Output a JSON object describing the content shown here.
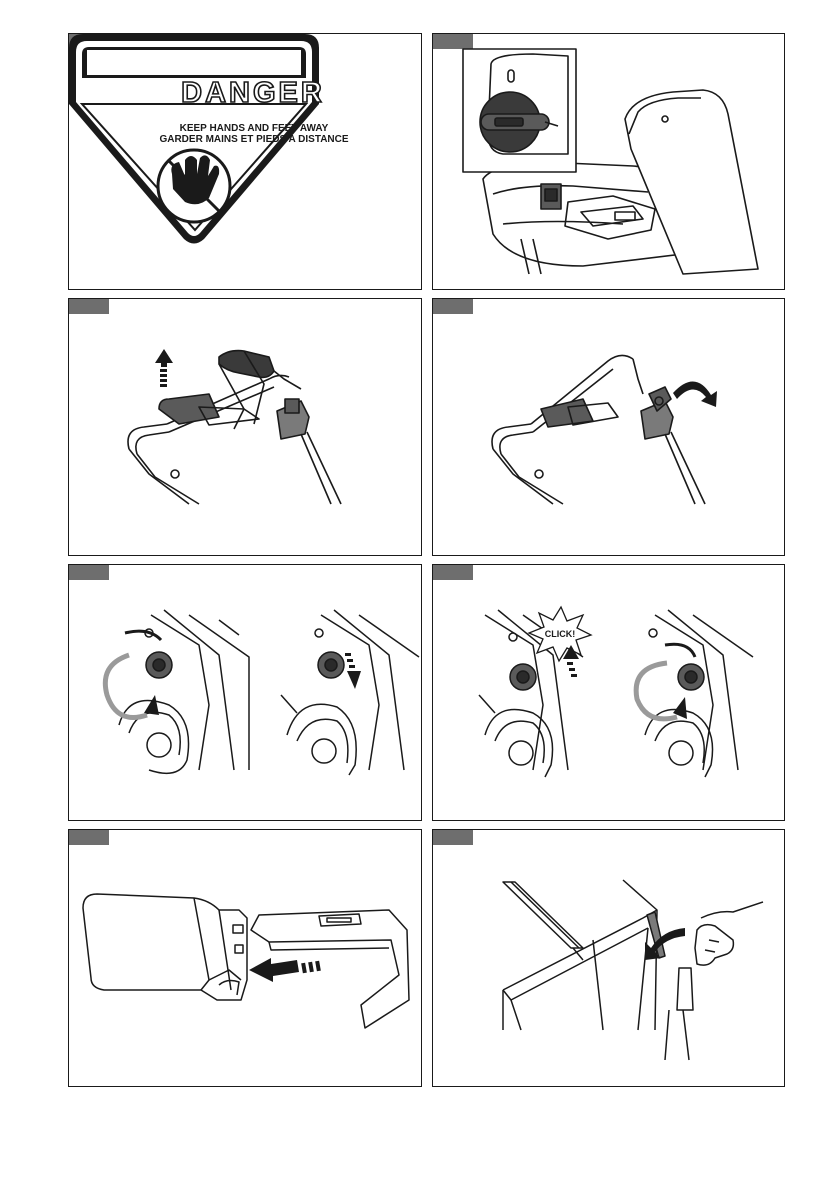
{
  "danger_sign": {
    "title": "DANGER",
    "line_en": "KEEP HANDS AND FEET AWAY",
    "line_fr": "GARDER MAINS ET PIEDS A DISTANCE"
  },
  "panel6": {
    "click_label": "CLICK!"
  },
  "colors": {
    "tab": "#6e6e6e",
    "border": "#1a1a1a",
    "ink": "#1a1a1a",
    "arrow_gray": "#9a9a9a"
  }
}
